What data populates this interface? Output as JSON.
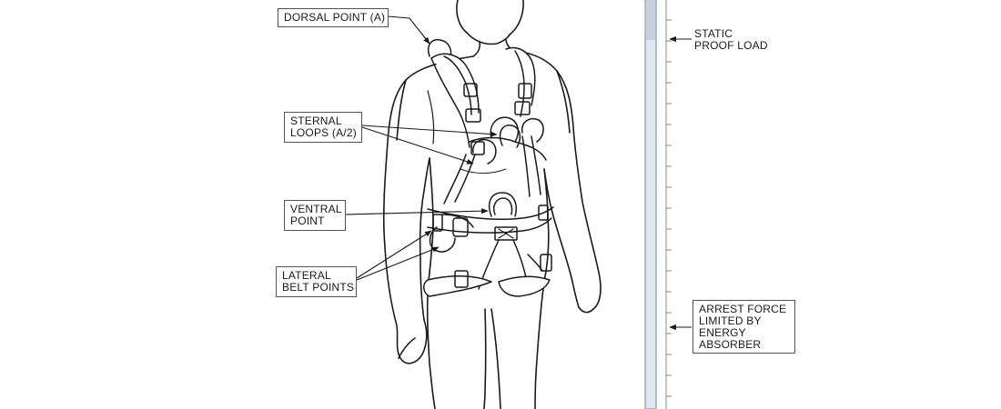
{
  "callouts": {
    "dorsal": "DORSAL POINT (A)",
    "sternal": [
      "STERNAL",
      "LOOPS (A/2)"
    ],
    "ventral": [
      "VENTRAL",
      "POINT"
    ],
    "lateral": [
      "LATERAL",
      "BELT POINTS"
    ]
  },
  "scale": {
    "static_proof_load": [
      "STATIC",
      "PROOF LOAD"
    ],
    "arrest_force": [
      "ARREST FORCE",
      "LIMITED BY",
      "ENERGY",
      "ABSORBER"
    ]
  },
  "colors": {
    "ink": "#1a1a1a",
    "scale_fill": "#dfe7ef",
    "scale_top": "#c4d0dc"
  }
}
